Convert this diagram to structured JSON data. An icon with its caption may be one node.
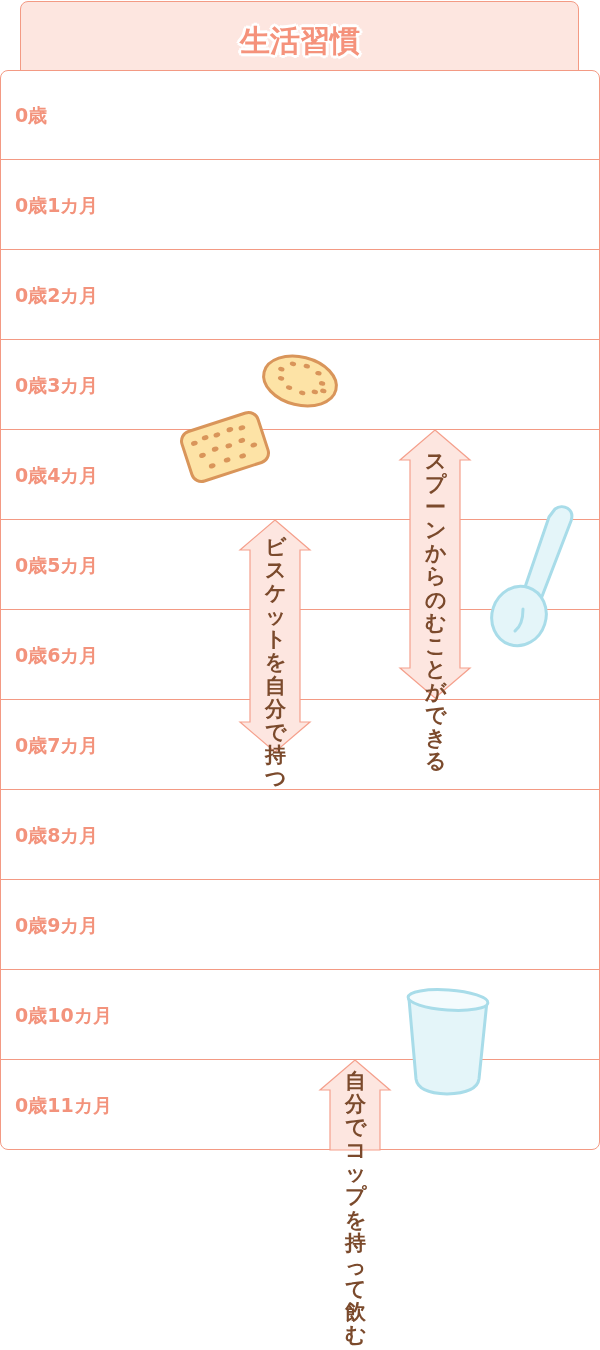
{
  "diagram": {
    "title": "生活習慣",
    "nodes": [
      {
        "text": [
          "0歳"
        ]
      },
      {
        "text": [
          "0歳1カ月"
        ]
      },
      {
        "text": [
          "0歳2カ月"
        ]
      },
      {
        "text": [
          "0歳3カ月"
        ]
      },
      {
        "text": [
          "0歳4カ月"
        ]
      },
      {
        "text": [
          "0歳5カ月"
        ]
      },
      {
        "text": [
          "0歳6カ月"
        ]
      },
      {
        "text": [
          "0歳7カ月"
        ]
      },
      {
        "text": [
          "0歳8カ月"
        ]
      },
      {
        "text": [
          "0歳9カ月"
        ]
      },
      {
        "text": [
          "0歳10カ月"
        ]
      },
      {
        "text": [
          "0歳11カ月"
        ]
      },
      {
        "text": [
          "ビスケットを自分で持つ"
        ]
      },
      {
        "text": [
          "スプーンからのむことができる"
        ]
      },
      {
        "text": [
          "自分でコップを持って飲む"
        ]
      }
    ]
  }
}
